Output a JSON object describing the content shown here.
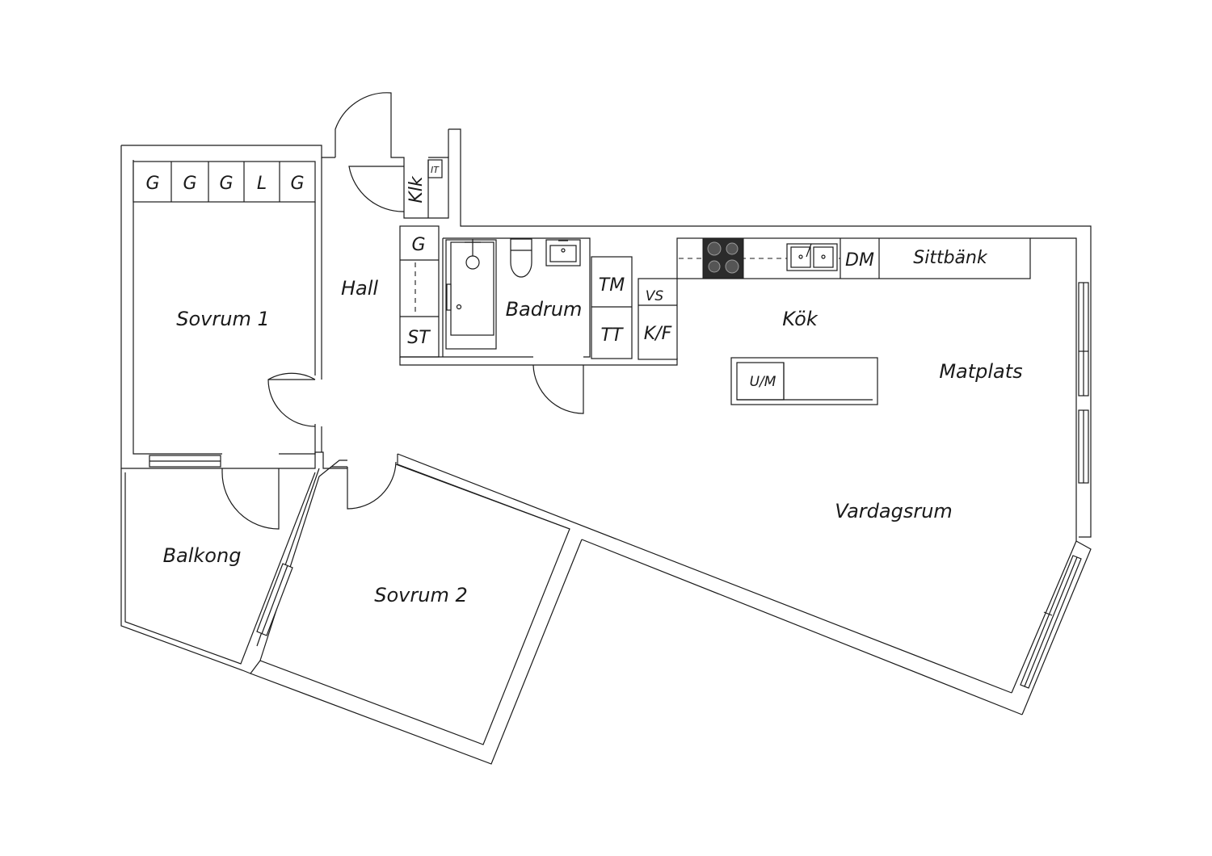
{
  "rooms": {
    "sovrum1": "Sovrum 1",
    "sovrum2": "Sovrum 2",
    "hall": "Hall",
    "badrum": "Badrum",
    "kok": "Kök",
    "matplats": "Matplats",
    "vardagsrum": "Vardagsrum",
    "balkong": "Balkong"
  },
  "fixtures": {
    "wardrobes": [
      "G",
      "G",
      "G",
      "L",
      "G"
    ],
    "hall_wardrobe": "G",
    "hall_storage": "ST",
    "closet": "Klk",
    "closet_it": "IT",
    "washer": "TM",
    "dryer": "TT",
    "water_heater": "VS",
    "fridge_freezer": "K/F",
    "dishwasher": "DM",
    "bench": "Sittbänk",
    "island_appliance": "U/M"
  },
  "colors": {
    "stroke": "#1a1a1a",
    "stove": "#2b2b2b",
    "background": "#ffffff"
  }
}
